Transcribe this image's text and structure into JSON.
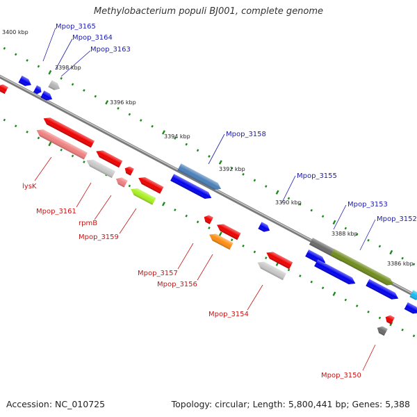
{
  "title": "Methylobacterium populi BJ001, complete genome",
  "footer": {
    "accession": "Accession: NC_010725",
    "summary": "Topology: circular; Length: 5,800,441 bp; Genes: 5,388"
  },
  "colors": {
    "backbone": "#8a8a8a",
    "tick": "#1b8a1b",
    "plus_label": "#1a1ab0",
    "minus_label": "#c81414"
  },
  "ticks": [
    "3400 kbp",
    "3398 kbp",
    "3396 kbp",
    "3394 kbp",
    "3392 kbp",
    "3390 kbp",
    "3388 kbp",
    "3386 kbp"
  ],
  "gene_labels_plus": [
    "Mpop_3165",
    "Mpop_3164",
    "Mpop_3163",
    "Mpop_3158",
    "Mpop_3155",
    "Mpop_3153",
    "Mpop_3152"
  ],
  "gene_labels_minus": [
    "lysK",
    "Mpop_3161",
    "rpmB",
    "Mpop_3159",
    "Mpop_3157",
    "Mpop_3156",
    "Mpop_3154",
    "Mpop_3150"
  ]
}
